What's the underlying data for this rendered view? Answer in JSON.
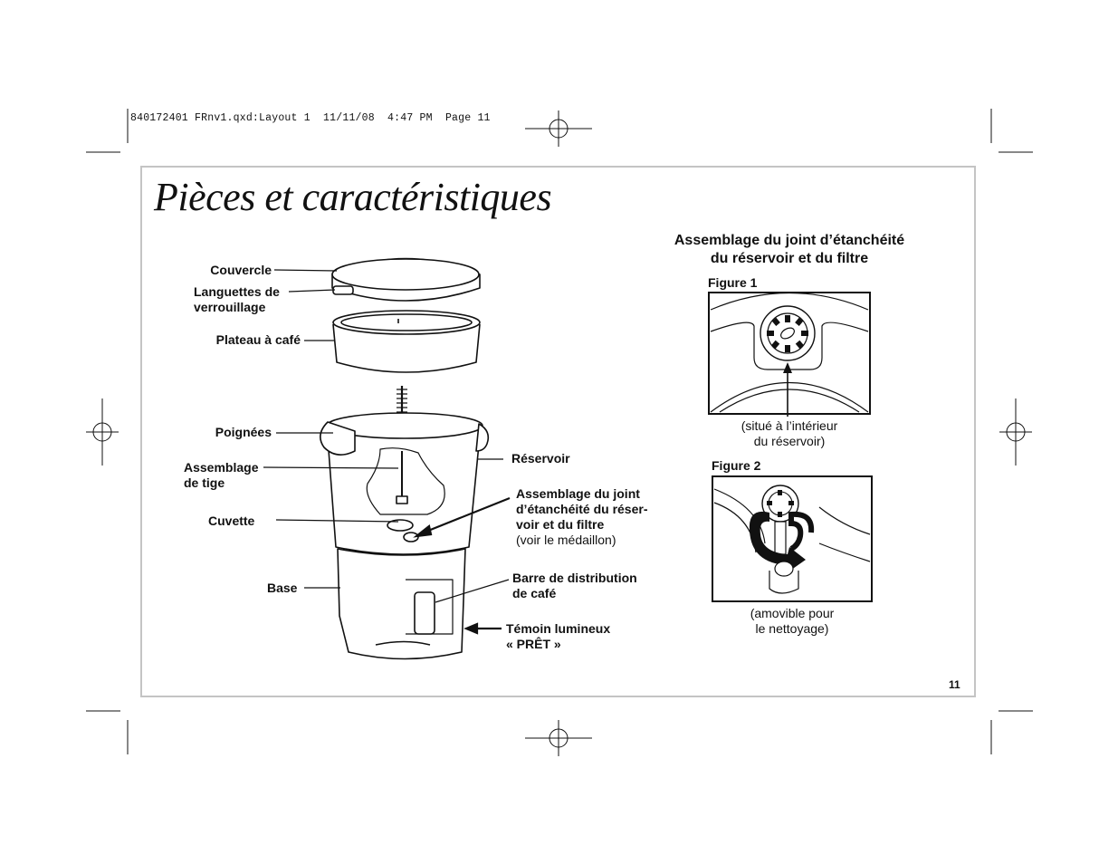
{
  "slug": "840172401 FRnv1.qxd:Layout 1  11/11/08  4:47 PM  Page 11",
  "page": {
    "title": "Pièces et caractéristiques",
    "number": "11"
  },
  "labels": {
    "couvercle": "Couvercle",
    "languettes_1": "Languettes de",
    "languettes_2": "verrouillage",
    "plateau": "Plateau à café",
    "poignees": "Poignées",
    "assemblage_tige_1": "Assemblage",
    "assemblage_tige_2": "de tige",
    "cuvette": "Cuvette",
    "base": "Base",
    "reservoir": "Réservoir",
    "joint_1": "Assemblage du joint",
    "joint_2": "d’étanchéité du réser-",
    "joint_3": "voir et du filtre",
    "joint_4": "(voir le médaillon)",
    "barre_1": "Barre de distribution",
    "barre_2": "de café",
    "temoin_1": "Témoin lumineux",
    "temoin_2": "« PRÊT »"
  },
  "inset": {
    "heading_1": "Assemblage du joint d’étanchéité",
    "heading_2": "du réservoir et du filtre",
    "figure1_label": "Figure 1",
    "figure1_caption_1": "(situé à l’intérieur",
    "figure1_caption_2": "du réservoir)",
    "figure2_label": "Figure 2",
    "figure2_caption_1": "(amovible pour",
    "figure2_caption_2": "le nettoyage)"
  },
  "colors": {
    "frame": "#c4c4c4",
    "ink": "#111111",
    "arrow_dark": "#222222"
  }
}
